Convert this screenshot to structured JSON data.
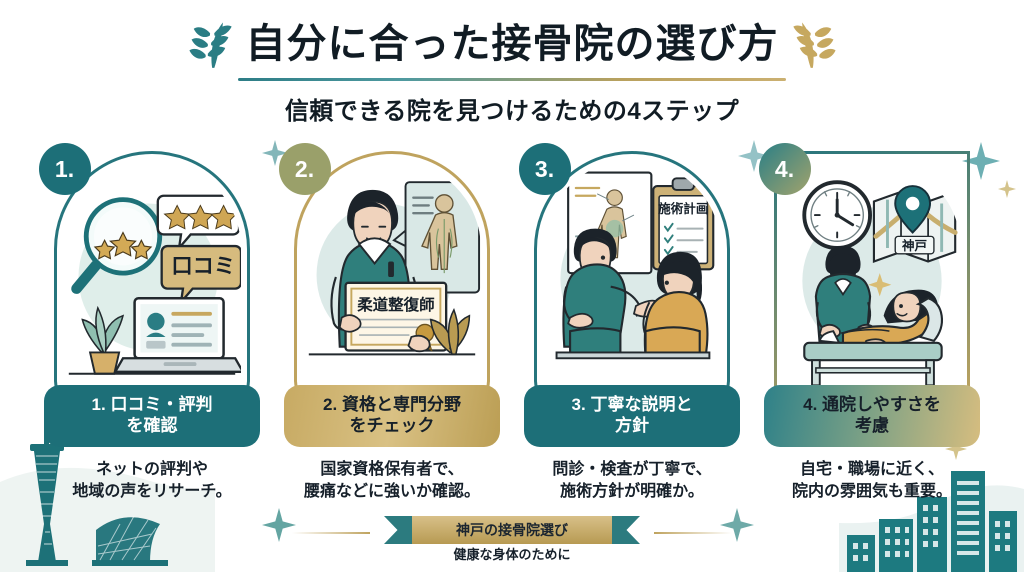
{
  "header": {
    "title": "自分に合った接骨院の選び方",
    "subtitle": "信頼できる院を見つけるための4ステップ",
    "leaf_left": "leaf-sprig-teal",
    "leaf_right": "leaf-sprig-gold",
    "rule_colors": [
      "#2d7d86",
      "#cbb071"
    ]
  },
  "steps": [
    {
      "badge": "1.",
      "badge_color": "#1d6f78",
      "label": "1. 口コミ・評判\nを確認",
      "label_line1": "1. 口コミ・評判",
      "label_line2": "を確認",
      "label_bg": "#1d6f78",
      "label_text_color": "#ffffff",
      "caption_line1": "ネットの評判や",
      "caption_line2": "地域の声をリサーチ。",
      "art": {
        "name": "magnifier-reviews-laptop",
        "star_count": 3,
        "bubble_text": "口コミ",
        "bubble_stars": 3,
        "elements": [
          "magnifying-glass",
          "star-rating",
          "review-speech-bubble",
          "laptop",
          "potted-plant"
        ]
      }
    },
    {
      "badge": "2.",
      "badge_color": "#9aa06a",
      "label": "2. 資格と専門分野\nをチェック",
      "label_line1": "2. 資格と専門分野",
      "label_line2": "をチェック",
      "label_bg": "#c7aa63",
      "label_text_color": "#16202a",
      "caption_line1": "国家資格保有者で、",
      "caption_line2": "腰痛などに強いか確認。",
      "art": {
        "name": "practitioner-certificate",
        "certificate_text": "柔道整復師",
        "elements": [
          "practitioner",
          "certificate",
          "anatomy-chart",
          "plant-leaves"
        ]
      }
    },
    {
      "badge": "3.",
      "badge_color": "#1d6f78",
      "label": "3. 丁寧な説明と\n方針",
      "label_line1": "3. 丁寧な説明と",
      "label_line2": "方針",
      "label_bg": "#1d6f78",
      "label_text_color": "#ffffff",
      "caption_line1": "問診・検査が丁寧で、",
      "caption_line2": "施術方針が明確か。",
      "art": {
        "name": "consultation-explanation",
        "clipboard_text": "施術計画",
        "checklist_items": 3,
        "elements": [
          "practitioner-seated",
          "patient-seated",
          "anatomy-poster",
          "clipboard"
        ]
      }
    },
    {
      "badge": "4.",
      "badge_color": "#2a7f86",
      "label": "4. 通院しやすさを\n考慮",
      "label_line1": "4. 通院しやすさを",
      "label_line2": "考慮",
      "label_bg": "#2e8189",
      "label_text_color": "#16202a",
      "caption_line1": "自宅・職場に近く、",
      "caption_line2": "院内の雰囲気も重要。",
      "art": {
        "name": "access-clock-map",
        "map_label": "神戸",
        "elements": [
          "wall-clock",
          "folded-map",
          "location-pin",
          "treatment-table",
          "practitioner",
          "patient-lying"
        ]
      }
    }
  ],
  "footer": {
    "ribbon_main": "神戸の接骨院選び",
    "ribbon_sub": "健康な身体のために"
  },
  "background": {
    "left_landmark": "kobe-port-tower-and-maritime-museum",
    "right_landmark": "city-skyline",
    "accent_teal": "#1d6f78",
    "accent_gold": "#bfa35e"
  }
}
